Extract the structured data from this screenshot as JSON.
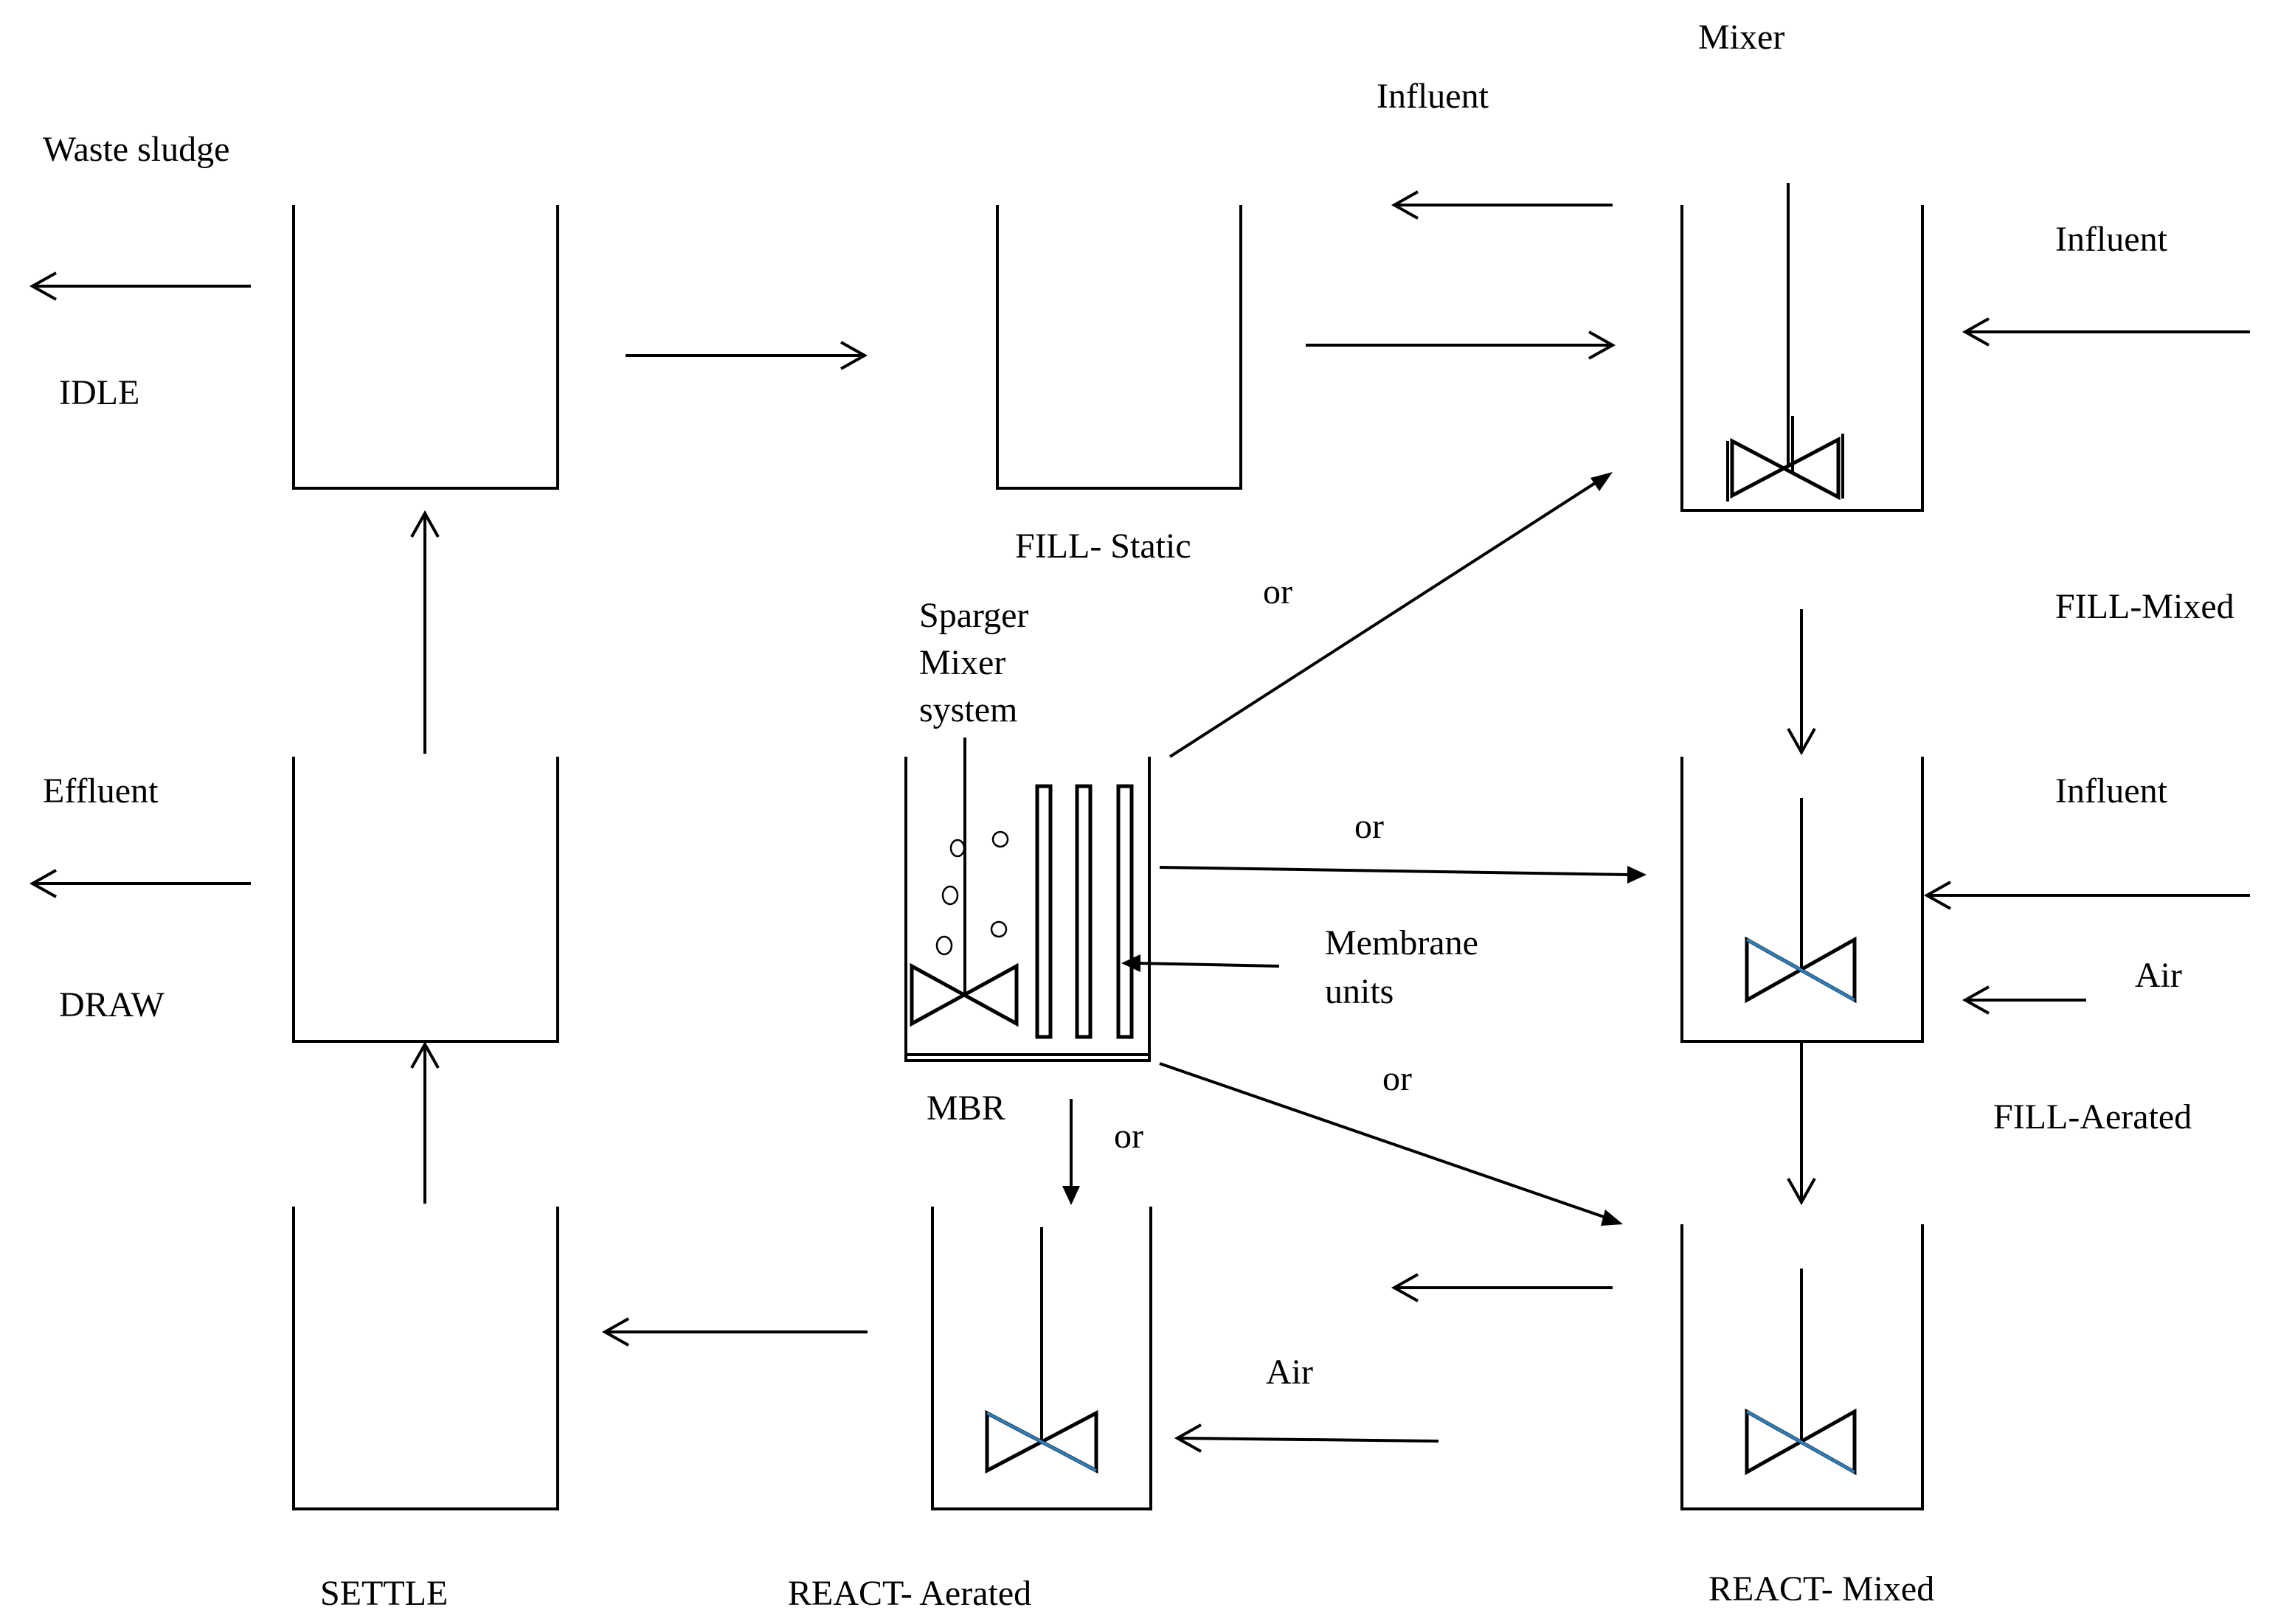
{
  "labels": {
    "waste_sludge": "Waste sludge",
    "idle": "IDLE",
    "influent_top": "Influent",
    "mixer": "Mixer",
    "influent_fill_mixed": "Influent",
    "fill_static": "FILL- Static",
    "fill_mixed": "FILL-Mixed",
    "sparger_line1": "Sparger",
    "sparger_line2": "Mixer",
    "sparger_line3": "system",
    "or_upper": "or",
    "effluent": "Effluent",
    "draw": "DRAW",
    "or_middle": "or",
    "membrane_line1": "Membrane",
    "membrane_line2": "units",
    "influent_fill_aerated": "Influent",
    "air_fill_aerated": "Air",
    "mbr": "MBR",
    "or_lower_left": "or",
    "or_lower_right": "or",
    "fill_aerated": "FILL-Aerated",
    "air_react": "Air",
    "settle": "SETTLE",
    "react_aerated": "REACT- Aerated",
    "react_mixed": "REACT- Mixed"
  },
  "colors": {
    "line": "#000000",
    "impeller_accent": "#2e7db8",
    "background": "#ffffff"
  }
}
